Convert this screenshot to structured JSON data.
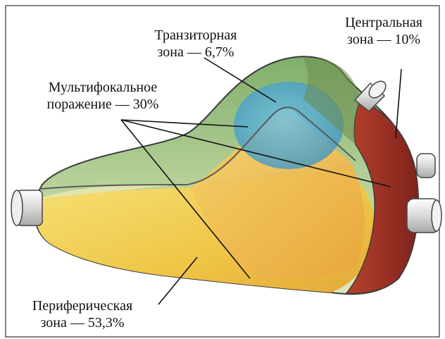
{
  "labels": {
    "transition": [
      "Транзиторная",
      "зона — 6,7%"
    ],
    "central": [
      "Центральная",
      "зона — 10%"
    ],
    "multifocal": [
      "Мультифокальное",
      "поражение — 30%"
    ],
    "peripheral": [
      "Периферическая",
      "зона — 53,3%"
    ]
  },
  "colors": {
    "peripheral_zone": "#eec84a",
    "transition_zone": "#5ab0d6",
    "central_zone": "#a8362a",
    "upper_region": "#a9c98a",
    "frame": "#333333",
    "pointer": "#111111"
  }
}
